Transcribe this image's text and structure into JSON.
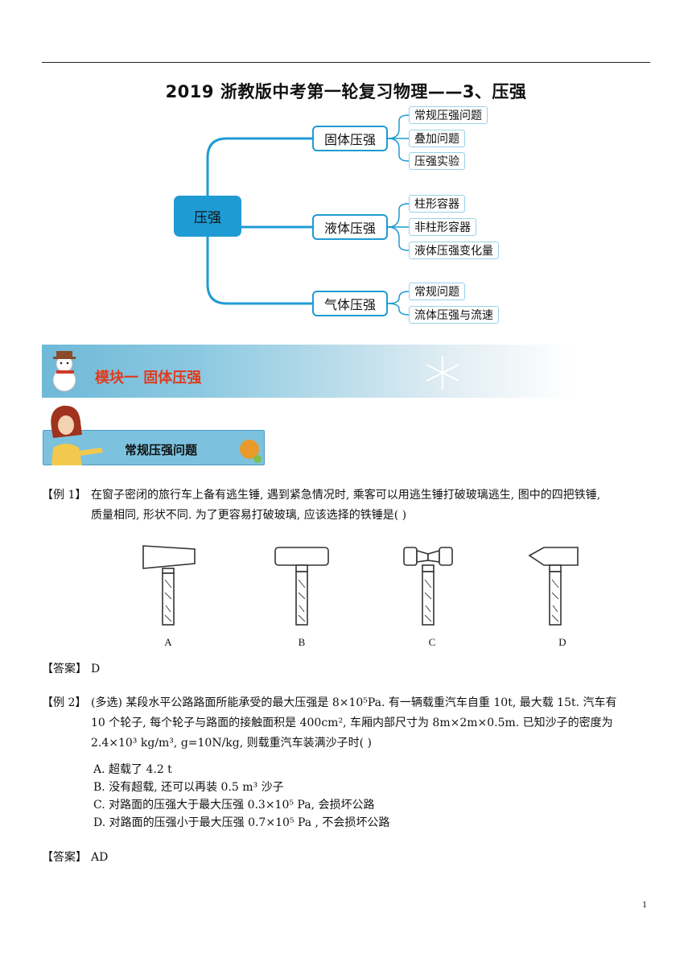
{
  "title": "2019 浙教版中考第一轮复习物理——3、压强",
  "mindmap": {
    "root": "压强",
    "branches": [
      {
        "label": "固体压强",
        "children": [
          "常规压强问题",
          "叠加问题",
          "压强实验"
        ]
      },
      {
        "label": "液体压强",
        "children": [
          "柱形容器",
          "非柱形容器",
          "液体压强变化量"
        ]
      },
      {
        "label": "气体压强",
        "children": [
          "常规问题",
          "流体压强与流速"
        ]
      }
    ]
  },
  "module": {
    "title": "模块一    固体压强"
  },
  "section": {
    "title": "常规压强问题"
  },
  "example1": {
    "label": "【例 1】",
    "line1": "在窗子密闭的旅行车上备有逃生锤, 遇到紧急情况时, 乘客可以用逃生锤打破玻璃逃生, 图中的四把铁锤,",
    "line2": "质量相同, 形状不同. 为了更容易打破玻璃, 应该选择的铁锤是(          )",
    "hammers": [
      "A",
      "B",
      "C",
      "D"
    ],
    "answer_label": "【答案】",
    "answer": "D"
  },
  "example2": {
    "label": "【例 2】",
    "line1": "(多选) 某段水平公路路面所能承受的最大压强是 8×10⁵Pa. 有一辆载重汽车自重 10t, 最大载 15t. 汽车有",
    "line2": "10 个轮子, 每个轮子与路面的接触面积是 400cm², 车厢内部尺寸为 8m×2m×0.5m. 已知沙子的密度为",
    "line3": "2.4×10³ kg/m³, g=10N/kg, 则载重汽车装满沙子时(          )",
    "options": [
      "A.  超载了 4.2 t",
      "B.  没有超载, 还可以再装 0.5 m³ 沙子",
      "C.  对路面的压强大于最大压强 0.3×10⁵ Pa, 会损坏公路",
      "D.  对路面的压强小于最大压强 0.7×10⁵ Pa , 不会损坏公路"
    ],
    "answer_label": "【答案】",
    "answer": "AD"
  },
  "page_number": "1",
  "colors": {
    "accent": "#1f9bd4",
    "module_text": "#e03a1e"
  }
}
